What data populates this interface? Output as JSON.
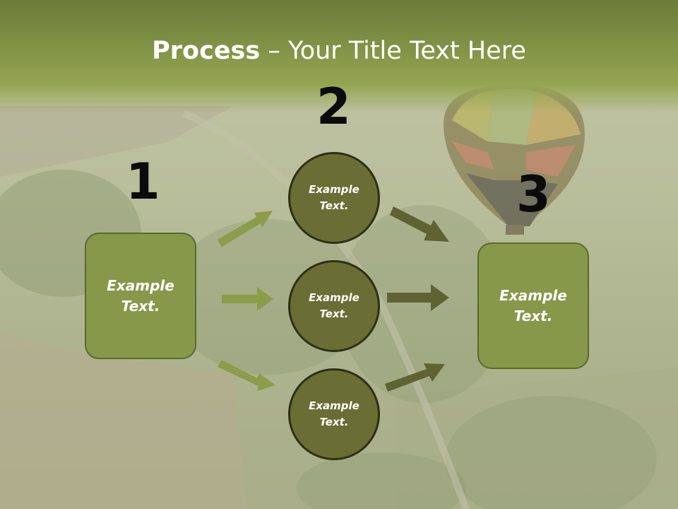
{
  "title": {
    "bold": "Process",
    "rest": " – Your Title Text Here"
  },
  "steps": [
    {
      "number": "1",
      "text": "Example\nText."
    },
    {
      "number": "2",
      "circles": [
        "Example\nText.",
        "Example\nText.",
        "Example\nText."
      ]
    },
    {
      "number": "3",
      "text": "Example\nText."
    }
  ],
  "colors": {
    "header": "#7f9245",
    "box": "#87984a",
    "circle": "#6a6d34",
    "arrow_light": "#8b9c4a",
    "arrow_dark": "#5f6233"
  }
}
